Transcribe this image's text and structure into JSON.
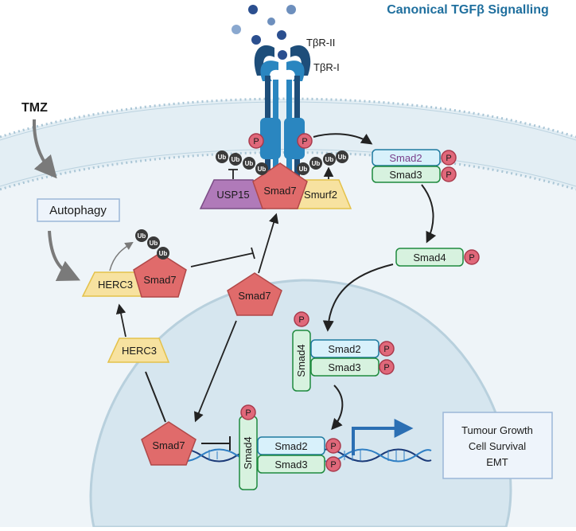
{
  "title": "Canonical TGFβ Signalling",
  "receptors": {
    "type2": "TβR-II",
    "type1": "TβR-I"
  },
  "drug": "TMZ",
  "autophagy": "Autophagy",
  "membrane_complex": {
    "left": "USP15",
    "center": "Smad7",
    "right": "Smurf2"
  },
  "cytoplasm": {
    "smad2": "Smad2",
    "smad3": "Smad3",
    "smad4": "Smad4",
    "herc3_complex": "HERC3",
    "smad7_complex": "Smad7",
    "herc3_free": "HERC3",
    "smad7_free": "Smad7"
  },
  "nucleus": {
    "smad4": "Smad4",
    "smad2": "Smad2",
    "smad3": "Smad3",
    "smad4_dna": "Smad4",
    "smad2_dna": "Smad2",
    "smad3_dna": "Smad3",
    "smad7": "Smad7"
  },
  "tags": {
    "phospho": "P",
    "ubiquitin": "Ub"
  },
  "outcomes": [
    "Tumour Growth",
    "Cell Survival",
    "EMT"
  ],
  "colors": {
    "title": "#1f6f9e",
    "pink": "#e0687a",
    "green_fill": "#d7f2df",
    "green_stroke": "#1f8a3e",
    "blue_fill": "#d8f1fb",
    "blue_stroke": "#1f7aa0",
    "yellow_fill": "#f7e2a0",
    "yellow_stroke": "#e4c14a",
    "purple_fill": "#b07ab9",
    "red_fill": "#e06b6b"
  }
}
